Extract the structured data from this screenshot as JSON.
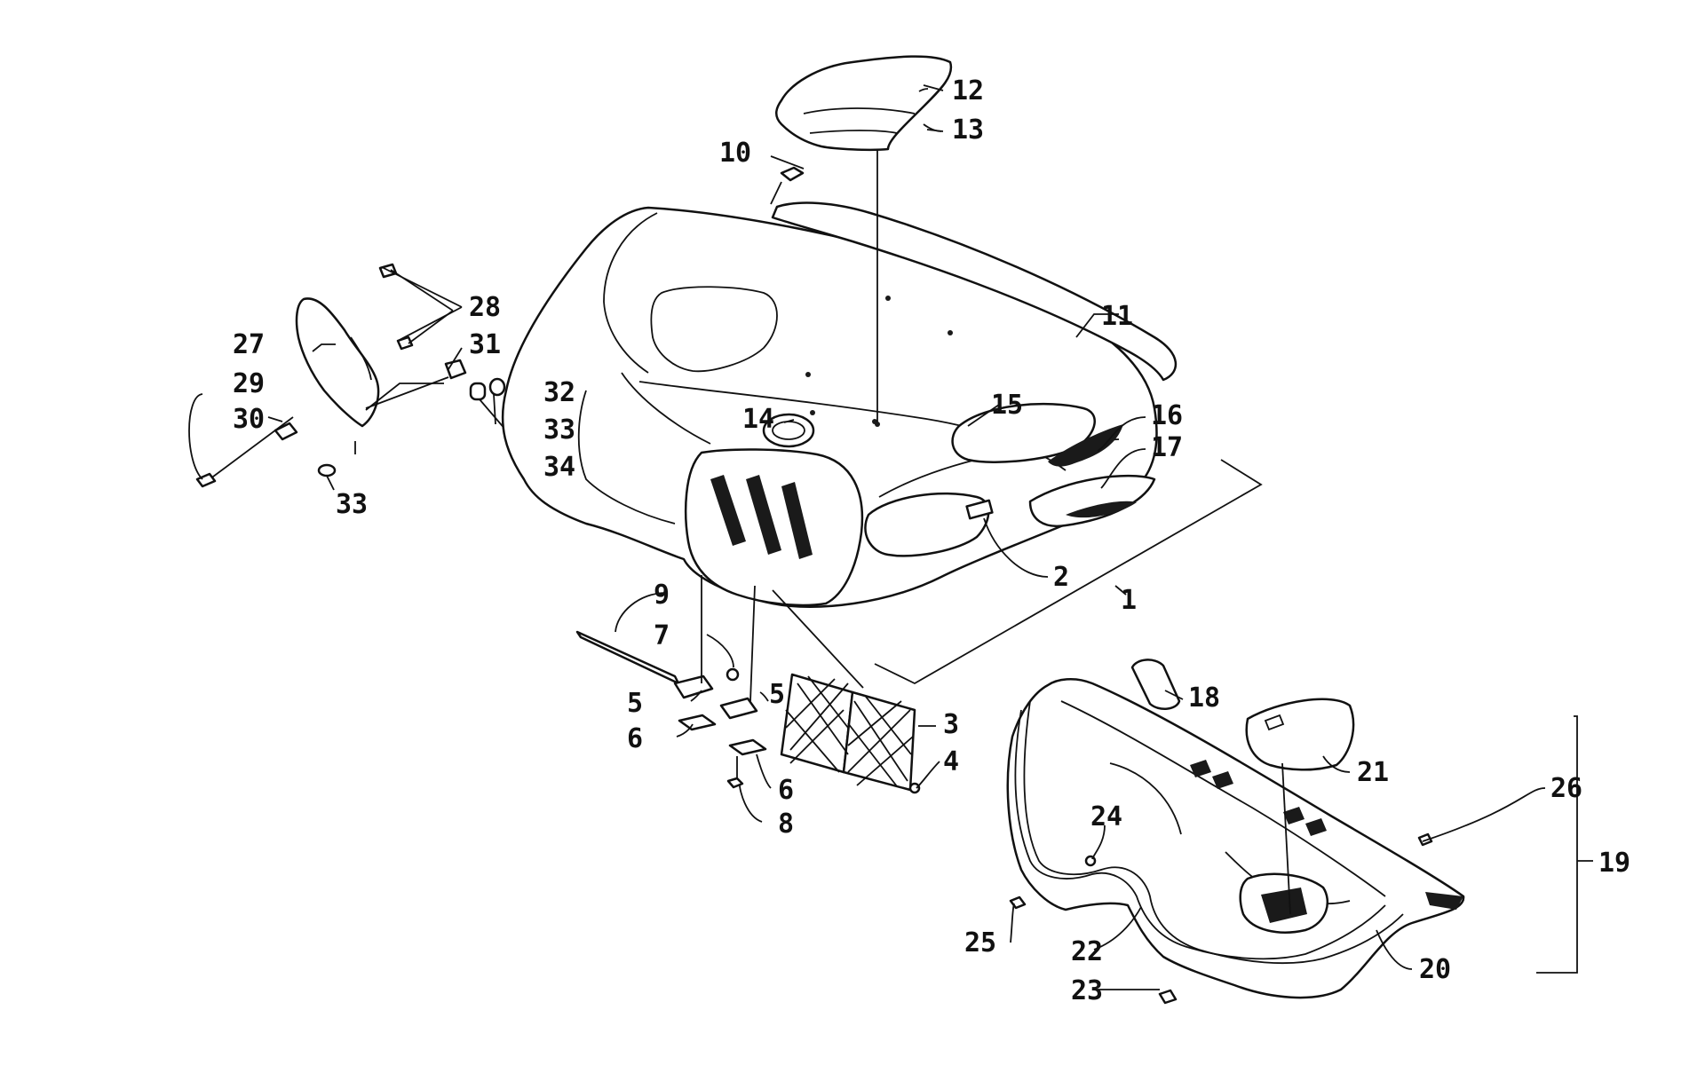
{
  "diagram": {
    "callouts": [
      {
        "id": "c1",
        "text": "1"
      },
      {
        "id": "c2",
        "text": "2"
      },
      {
        "id": "c3",
        "text": "3"
      },
      {
        "id": "c4",
        "text": "4"
      },
      {
        "id": "c5a",
        "text": "5"
      },
      {
        "id": "c5b",
        "text": "5"
      },
      {
        "id": "c6a",
        "text": "6"
      },
      {
        "id": "c6b",
        "text": "6"
      },
      {
        "id": "c7",
        "text": "7"
      },
      {
        "id": "c8",
        "text": "8"
      },
      {
        "id": "c9",
        "text": "9"
      },
      {
        "id": "c10",
        "text": "10"
      },
      {
        "id": "c11",
        "text": "11"
      },
      {
        "id": "c12",
        "text": "12"
      },
      {
        "id": "c13",
        "text": "13"
      },
      {
        "id": "c14",
        "text": "14"
      },
      {
        "id": "c15",
        "text": "15"
      },
      {
        "id": "c16",
        "text": "16"
      },
      {
        "id": "c17",
        "text": "17"
      },
      {
        "id": "c18",
        "text": "18"
      },
      {
        "id": "c19",
        "text": "19"
      },
      {
        "id": "c20",
        "text": "20"
      },
      {
        "id": "c21",
        "text": "21"
      },
      {
        "id": "c22",
        "text": "22"
      },
      {
        "id": "c23",
        "text": "23"
      },
      {
        "id": "c24",
        "text": "24"
      },
      {
        "id": "c25",
        "text": "25"
      },
      {
        "id": "c26",
        "text": "26"
      },
      {
        "id": "c27",
        "text": "27"
      },
      {
        "id": "c28",
        "text": "28"
      },
      {
        "id": "c29",
        "text": "29"
      },
      {
        "id": "c30",
        "text": "30"
      },
      {
        "id": "c31",
        "text": "31"
      },
      {
        "id": "c32",
        "text": "32"
      },
      {
        "id": "c33a",
        "text": "33"
      },
      {
        "id": "c33b",
        "text": "33"
      },
      {
        "id": "c34",
        "text": "34"
      }
    ]
  }
}
